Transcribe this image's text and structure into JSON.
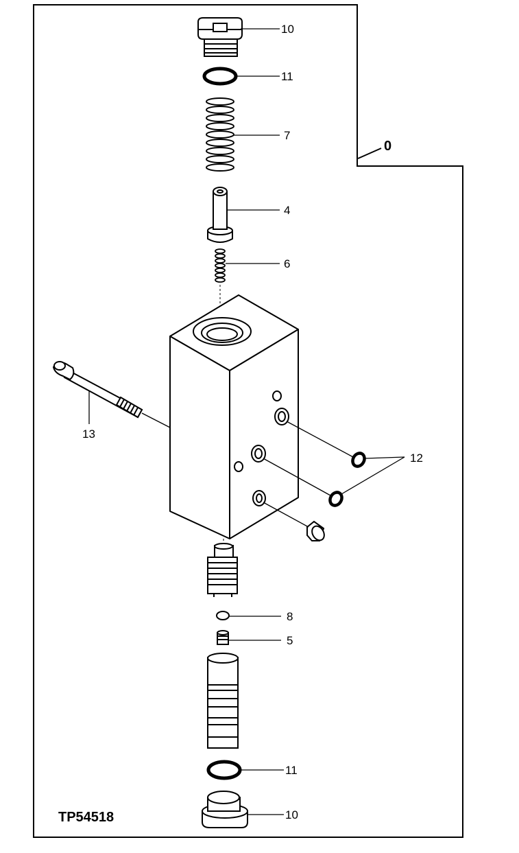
{
  "figure_id": "TP54518",
  "callouts": {
    "c0": "0",
    "c10_top": "10",
    "c11_top": "11",
    "c7": "7",
    "c4": "4",
    "c6": "6",
    "c13": "13",
    "c12": "12",
    "c8": "8",
    "c5": "5",
    "c11_bottom": "11",
    "c10_bottom": "10"
  }
}
